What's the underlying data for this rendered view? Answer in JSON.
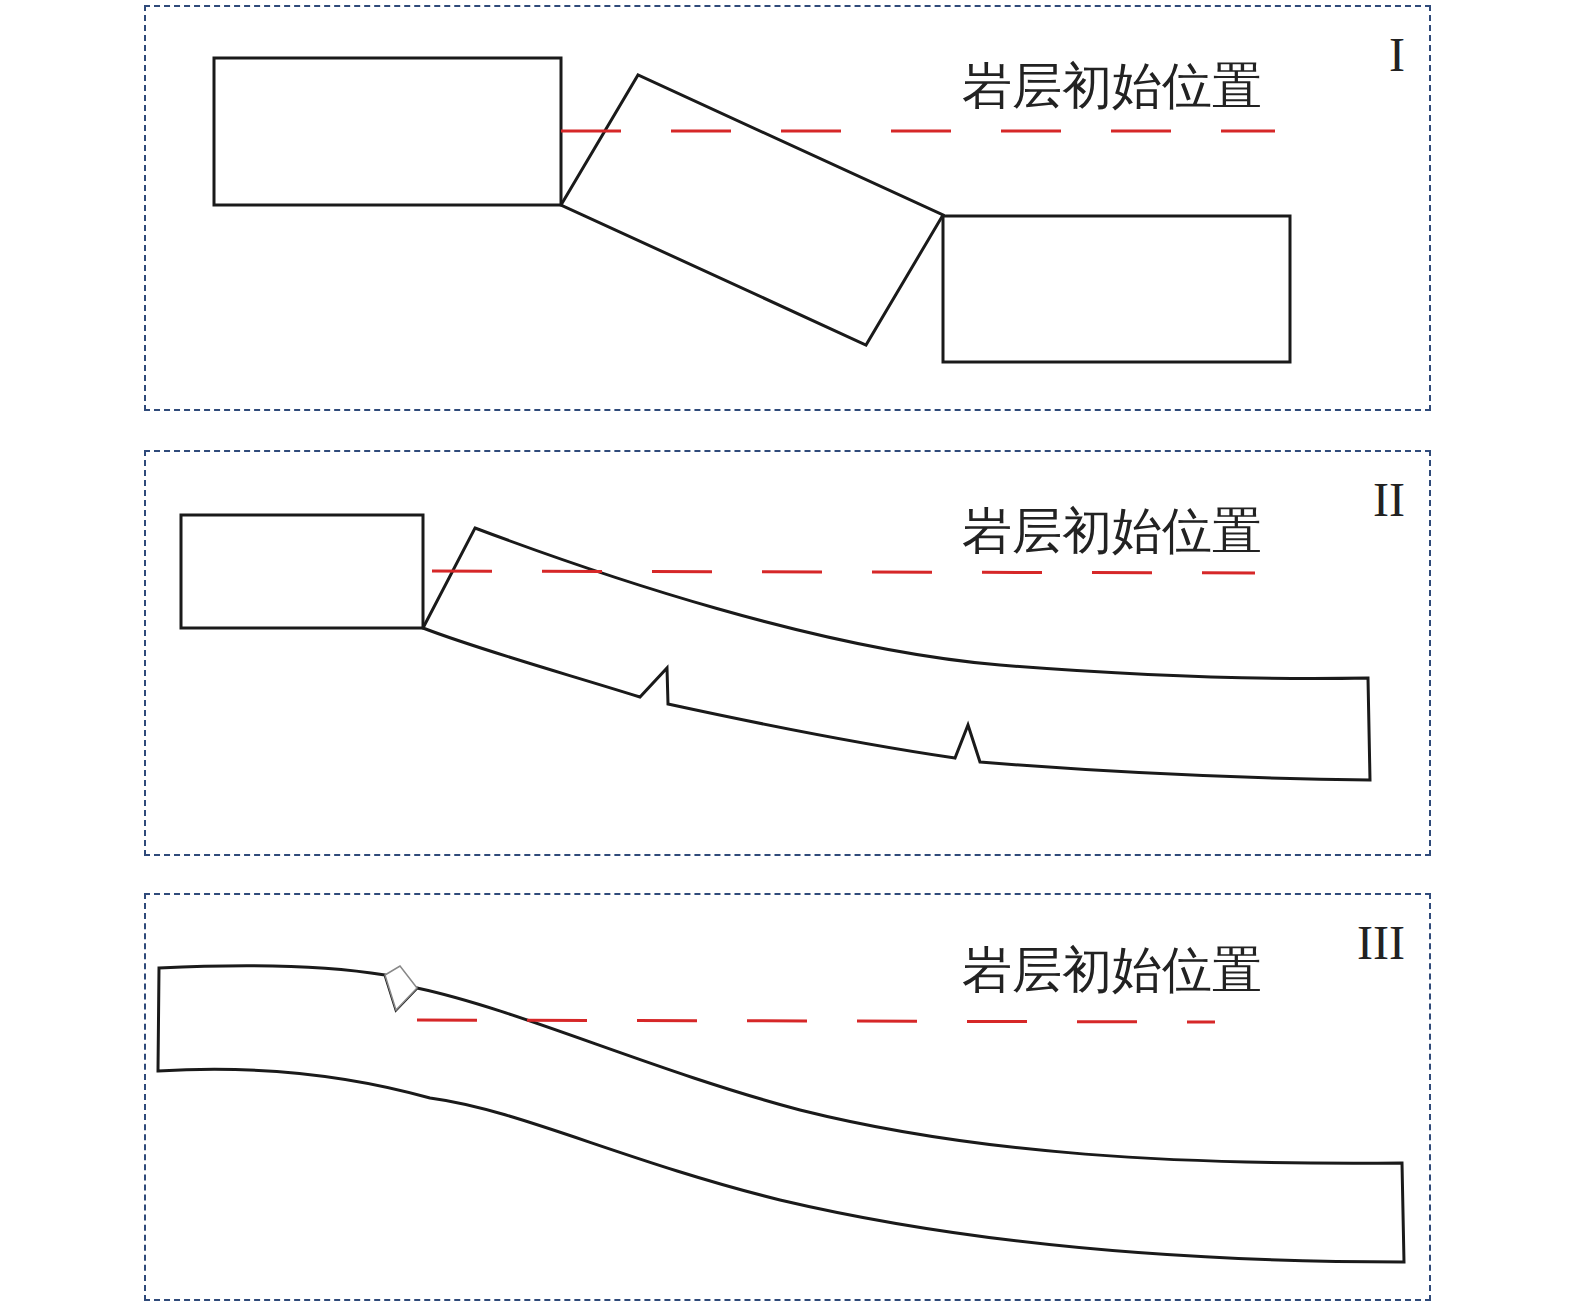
{
  "diagram": {
    "nodes": [
      {
        "text": [
          "I",
          "岩层初始位置"
        ]
      },
      {
        "text": [
          "II",
          "岩层初始位置"
        ]
      },
      {
        "text": [
          "III",
          "岩层初始位置"
        ]
      }
    ]
  }
}
